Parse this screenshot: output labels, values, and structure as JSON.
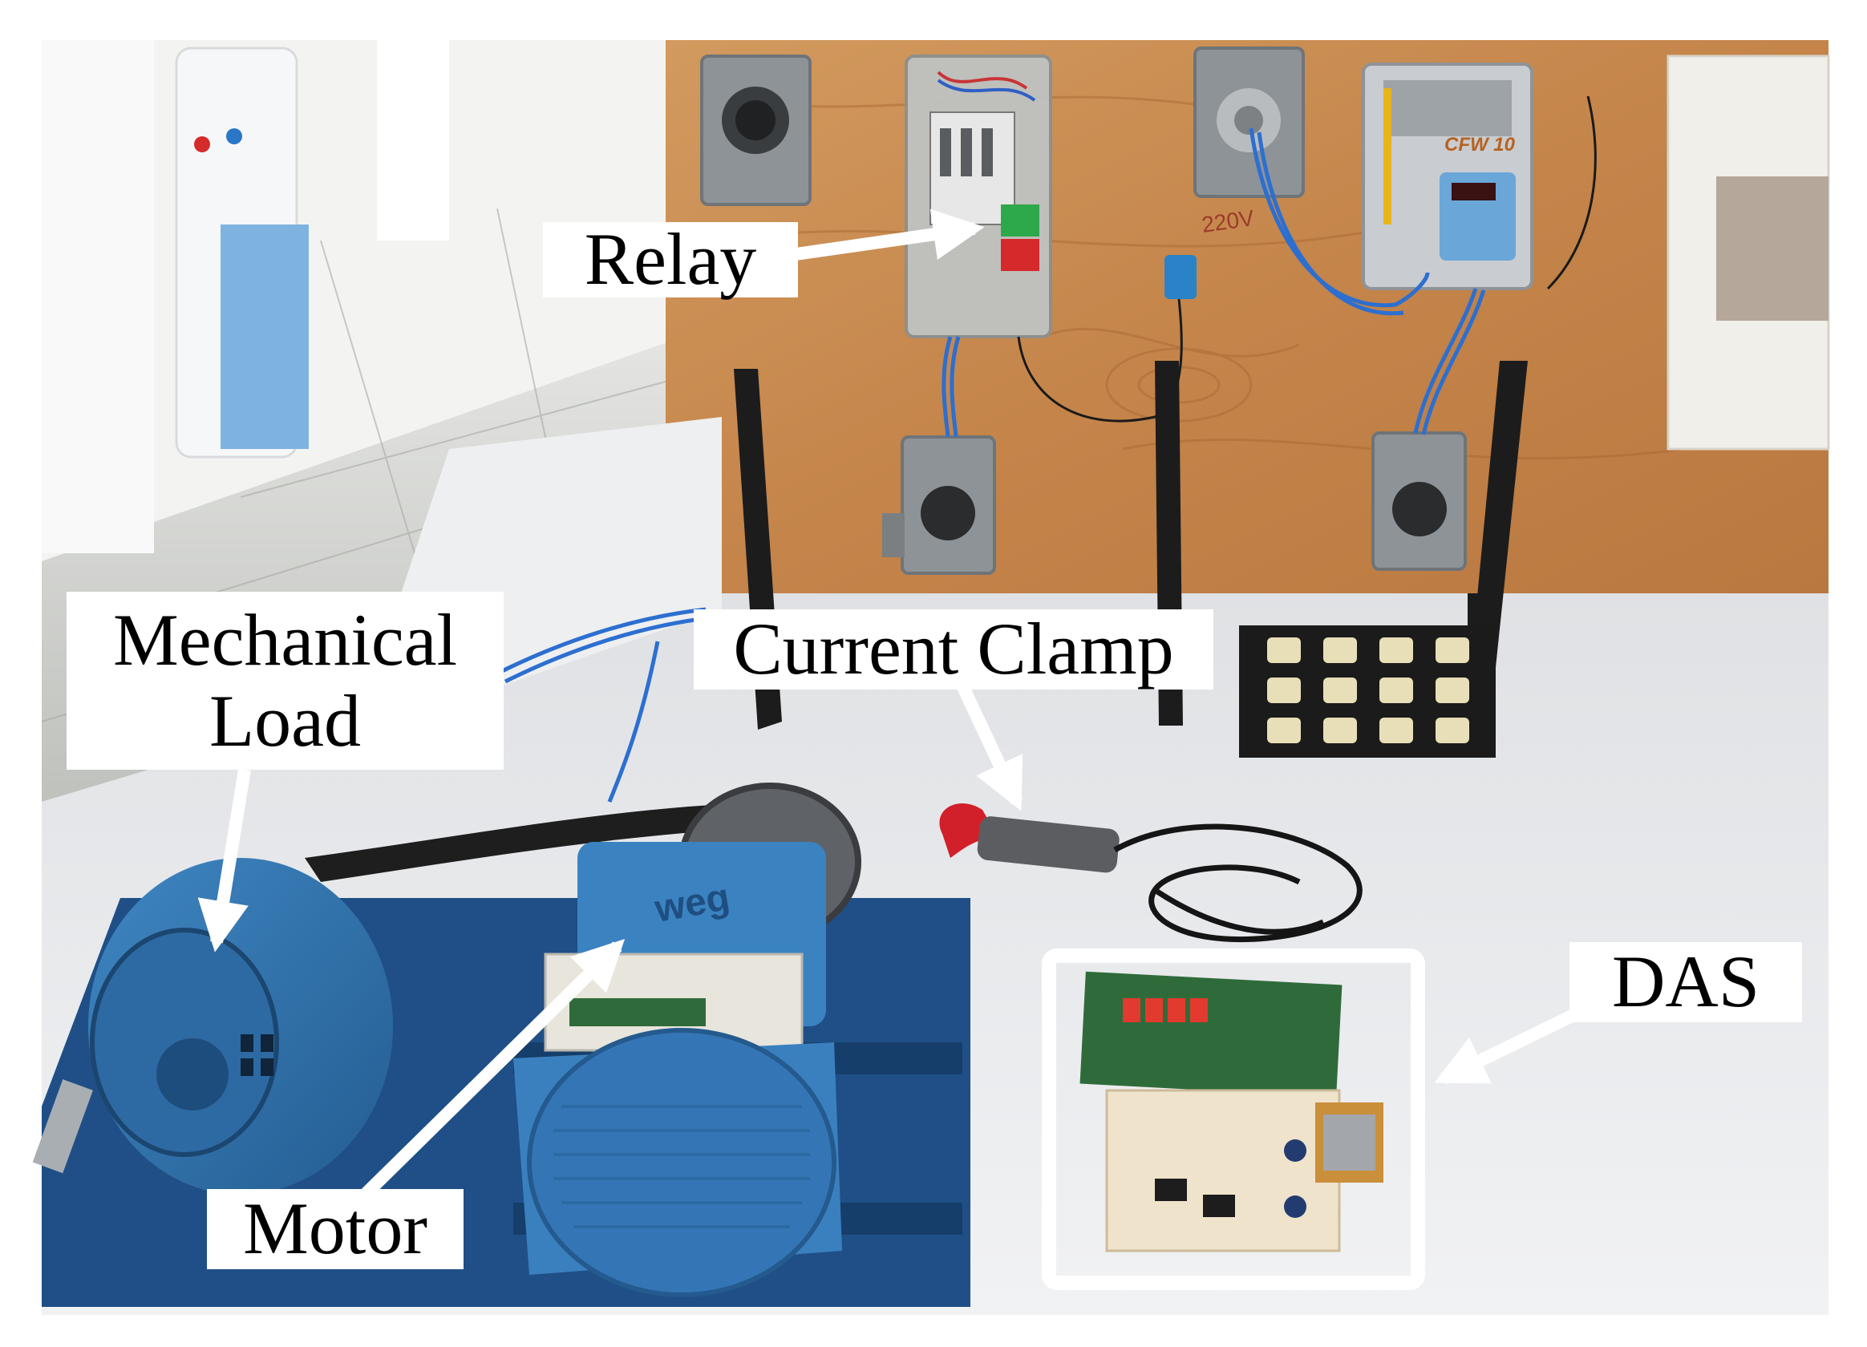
{
  "labels": {
    "relay": "Relay",
    "current_clamp": "Current Clamp",
    "mechanical_load_line1": "Mechanical",
    "mechanical_load_line2": "Load",
    "motor": "Motor",
    "das": "DAS"
  },
  "device_text": {
    "voltage_marking": "220V",
    "drive_brand": "CFW 10",
    "motor_brand": "weg"
  },
  "colors": {
    "wood_panel": "#c98a4e",
    "motor_blue": "#2f6ea8",
    "base_blue": "#1f4f86",
    "floor_gray": "#cfd0cd",
    "table_white": "#eceef0",
    "clamp_red": "#d2202a",
    "pcb_green": "#2f6b3a",
    "label_bg": "#ffffff",
    "arrow": "#ffffff"
  }
}
